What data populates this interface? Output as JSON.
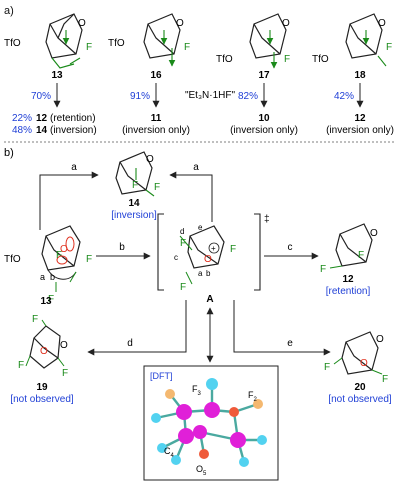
{
  "panel_a": {
    "label": "a)",
    "compounds": [
      {
        "num": "13",
        "prefix": "TfO"
      },
      {
        "num": "16",
        "prefix": "TfO"
      },
      {
        "num": "17",
        "prefix": "TfO"
      },
      {
        "num": "18",
        "prefix": "TfO"
      }
    ],
    "reagent": "\"Et₃N·1HF\"",
    "arrows": [
      {
        "yield": "70%",
        "product_lines": [
          {
            "pct": "22%",
            "num": "12",
            "note": "(retention)"
          },
          {
            "pct": "48%",
            "num": "14",
            "note": "(inversion)"
          }
        ]
      },
      {
        "yield": "91%",
        "num": "11",
        "note": "(inversion only)"
      },
      {
        "yield": "82%",
        "num": "10",
        "note": "(inversion only)"
      },
      {
        "yield": "42%",
        "num": "12",
        "note": "(inversion only)"
      }
    ]
  },
  "panel_b": {
    "label": "b)",
    "sm_num": "13",
    "sm_prefix": "TfO",
    "sm_a": "a",
    "sm_b": "b",
    "intermediate_label": "A",
    "dagger": "‡",
    "int_letters": {
      "d": "d",
      "e": "e",
      "c": "c",
      "b": "b",
      "a": "a"
    },
    "arrow_labels": {
      "a_left": "a",
      "a_right": "a",
      "b": "b",
      "c": "c",
      "d": "d",
      "e": "e"
    },
    "products": {
      "p14": {
        "num": "14",
        "tag": "[inversion]"
      },
      "p12": {
        "num": "12",
        "tag": "[retention]"
      },
      "p19": {
        "num": "19",
        "tag": "[not observed]"
      },
      "p20": {
        "num": "20",
        "tag": "[not observed]"
      }
    },
    "dft": {
      "tag": "[DFT]",
      "labels": {
        "F3": "F",
        "F3_sub": "3",
        "F2": "F",
        "F2_sub": "2",
        "C4": "C",
        "C4_sub": "4",
        "O5": "O",
        "O5_sub": "5"
      }
    },
    "atom_F": "F",
    "atom_O": "O",
    "plus": "+"
  },
  "colors": {
    "fluorine": "#1a8a1a",
    "blue_text": "#1f3fd6",
    "oxygen_red": "#e0301e",
    "bond": "#222222",
    "dft_bond": "#4aa9a0",
    "dft_carbon": "#e020d8",
    "dft_hydrogen": "#52d2f0",
    "dft_fluorine": "#f4b870",
    "dft_oxygen": "#ef5a3a"
  }
}
